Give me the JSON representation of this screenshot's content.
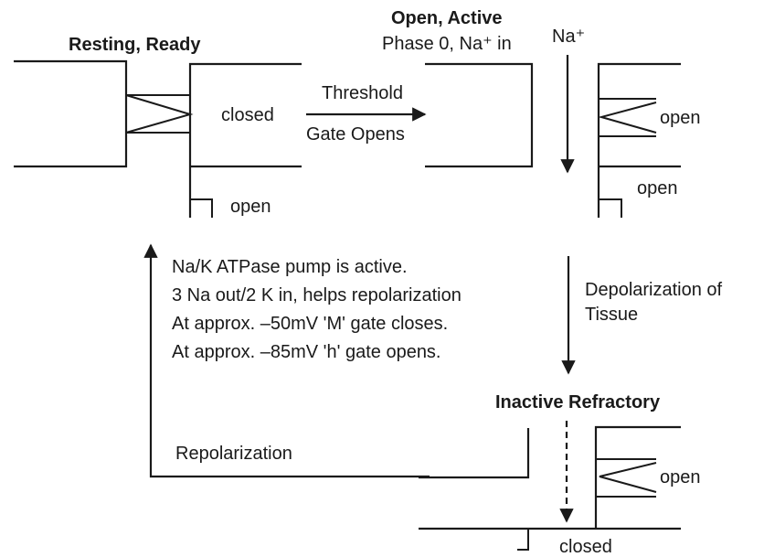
{
  "states": {
    "resting": {
      "title": "Resting, Ready",
      "m_gate": "closed",
      "h_gate": "open"
    },
    "active": {
      "title": "Open, Active",
      "subtitle": "Phase 0, Na⁺ in",
      "ion": "Na⁺",
      "m_gate": "open",
      "h_gate": "open"
    },
    "inactive": {
      "title": "Inactive Refractory",
      "m_gate": "open",
      "h_gate": "closed"
    }
  },
  "transitions": {
    "threshold": [
      "Threshold",
      "Gate Opens"
    ],
    "depolarization": [
      "Depolarization of",
      "Tissue"
    ],
    "repolarization": "Repolarization"
  },
  "notes": [
    "Na/K ATPase pump is active.",
    "3 Na out/2 K in, helps repolarization",
    "At approx. –50mV 'M' gate closes.",
    "At approx. –85mV 'h' gate opens."
  ]
}
